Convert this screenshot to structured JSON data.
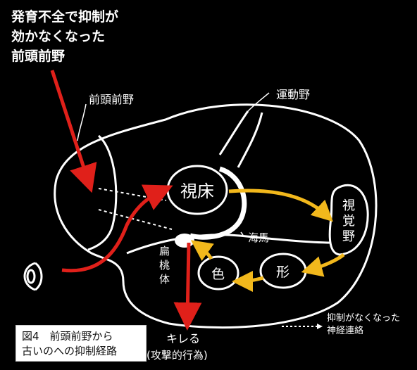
{
  "title_note": {
    "line1": "発育不全で抑制が",
    "line2": "効かなくなった",
    "line3": "前頭前野"
  },
  "labels": {
    "prefrontal": "前頭前野",
    "motor": "運動野",
    "thalamus": "視床",
    "visual_1": "視",
    "visual_2": "覚",
    "visual_3": "野",
    "hippocampus": "海馬",
    "amygdala_1": "扁",
    "amygdala_2": "桃",
    "amygdala_3": "体",
    "shape": "形",
    "color": "色",
    "kireru": "キレる",
    "aggressive": "(攻撃的行為)"
  },
  "legend": {
    "line1": "抑制がなくなった",
    "line2": "神経連絡"
  },
  "caption": {
    "line1": "図4　前頭前野から",
    "line2": "古いのへの抑制経路"
  },
  "colors": {
    "background": "#000000",
    "outline": "#ffffff",
    "red_arrow": "#e0201a",
    "yellow_arrow": "#f2b81c"
  }
}
